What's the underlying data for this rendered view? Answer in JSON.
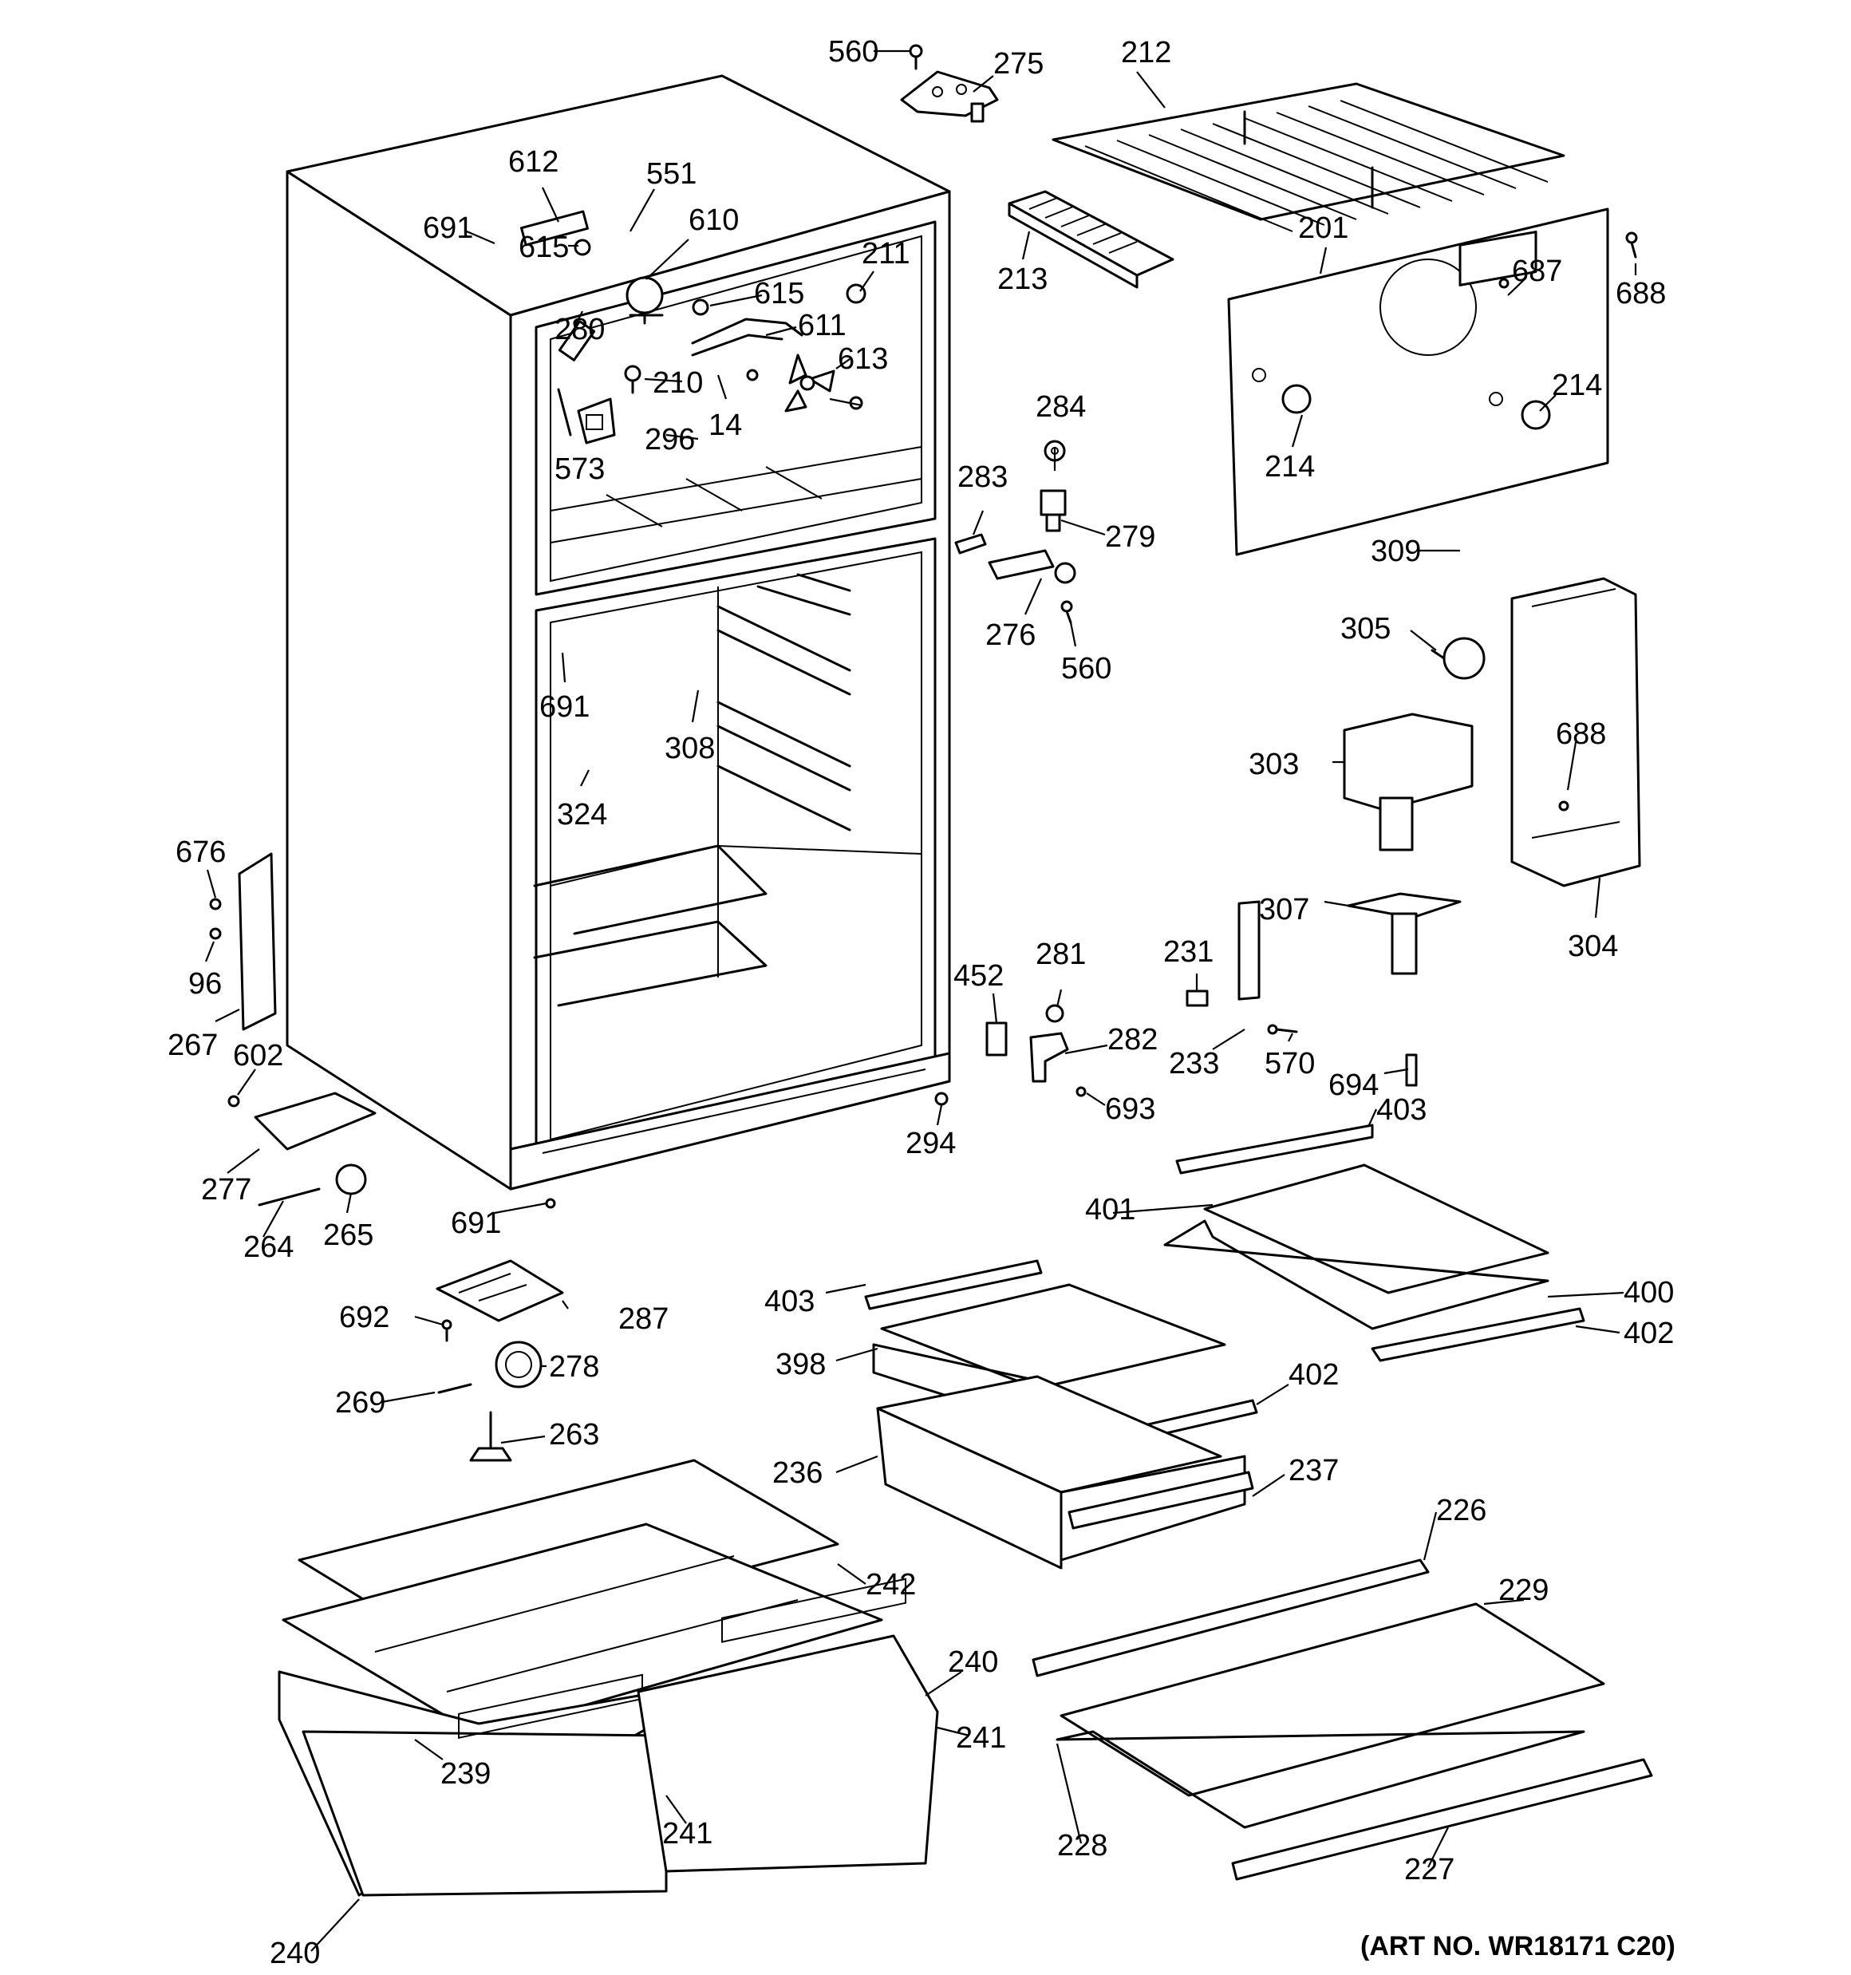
{
  "diagram": {
    "art_number": "(ART NO. WR18171 C20)",
    "callouts": [
      {
        "id": "560a",
        "label": "560"
      },
      {
        "id": "275",
        "label": "275"
      },
      {
        "id": "212",
        "label": "212"
      },
      {
        "id": "612",
        "label": "612"
      },
      {
        "id": "551",
        "label": "551"
      },
      {
        "id": "691a",
        "label": "691"
      },
      {
        "id": "615a",
        "label": "615"
      },
      {
        "id": "610",
        "label": "610"
      },
      {
        "id": "211",
        "label": "211"
      },
      {
        "id": "615b",
        "label": "615"
      },
      {
        "id": "280",
        "label": "280"
      },
      {
        "id": "611",
        "label": "611"
      },
      {
        "id": "213",
        "label": "213"
      },
      {
        "id": "201",
        "label": "201"
      },
      {
        "id": "687",
        "label": "687"
      },
      {
        "id": "688a",
        "label": "688"
      },
      {
        "id": "613",
        "label": "613"
      },
      {
        "id": "210",
        "label": "210"
      },
      {
        "id": "14",
        "label": "14"
      },
      {
        "id": "296",
        "label": "296"
      },
      {
        "id": "573",
        "label": "573"
      },
      {
        "id": "284",
        "label": "284"
      },
      {
        "id": "214a",
        "label": "214"
      },
      {
        "id": "214b",
        "label": "214"
      },
      {
        "id": "283",
        "label": "283"
      },
      {
        "id": "279",
        "label": "279"
      },
      {
        "id": "309",
        "label": "309"
      },
      {
        "id": "276",
        "label": "276"
      },
      {
        "id": "560b",
        "label": "560"
      },
      {
        "id": "305",
        "label": "305"
      },
      {
        "id": "691b",
        "label": "691"
      },
      {
        "id": "308",
        "label": "308"
      },
      {
        "id": "303",
        "label": "303"
      },
      {
        "id": "688b",
        "label": "688"
      },
      {
        "id": "324",
        "label": "324"
      },
      {
        "id": "676",
        "label": "676"
      },
      {
        "id": "307",
        "label": "307"
      },
      {
        "id": "304",
        "label": "304"
      },
      {
        "id": "96",
        "label": "96"
      },
      {
        "id": "452",
        "label": "452"
      },
      {
        "id": "281",
        "label": "281"
      },
      {
        "id": "231",
        "label": "231"
      },
      {
        "id": "267",
        "label": "267"
      },
      {
        "id": "282",
        "label": "282"
      },
      {
        "id": "233",
        "label": "233"
      },
      {
        "id": "570",
        "label": "570"
      },
      {
        "id": "602",
        "label": "602"
      },
      {
        "id": "694",
        "label": "694"
      },
      {
        "id": "693",
        "label": "693"
      },
      {
        "id": "294",
        "label": "294"
      },
      {
        "id": "403a",
        "label": "403"
      },
      {
        "id": "277",
        "label": "277"
      },
      {
        "id": "401",
        "label": "401"
      },
      {
        "id": "264",
        "label": "264"
      },
      {
        "id": "265",
        "label": "265"
      },
      {
        "id": "691c",
        "label": "691"
      },
      {
        "id": "403b",
        "label": "403"
      },
      {
        "id": "400",
        "label": "400"
      },
      {
        "id": "692",
        "label": "692"
      },
      {
        "id": "287",
        "label": "287"
      },
      {
        "id": "402a",
        "label": "402"
      },
      {
        "id": "398",
        "label": "398"
      },
      {
        "id": "278",
        "label": "278"
      },
      {
        "id": "269",
        "label": "269"
      },
      {
        "id": "402b",
        "label": "402"
      },
      {
        "id": "263",
        "label": "263"
      },
      {
        "id": "236",
        "label": "236"
      },
      {
        "id": "237",
        "label": "237"
      },
      {
        "id": "226",
        "label": "226"
      },
      {
        "id": "242",
        "label": "242"
      },
      {
        "id": "229",
        "label": "229"
      },
      {
        "id": "240a",
        "label": "240"
      },
      {
        "id": "241a",
        "label": "241"
      },
      {
        "id": "239",
        "label": "239"
      },
      {
        "id": "241b",
        "label": "241"
      },
      {
        "id": "228",
        "label": "228"
      },
      {
        "id": "227",
        "label": "227"
      },
      {
        "id": "240b",
        "label": "240"
      }
    ]
  }
}
